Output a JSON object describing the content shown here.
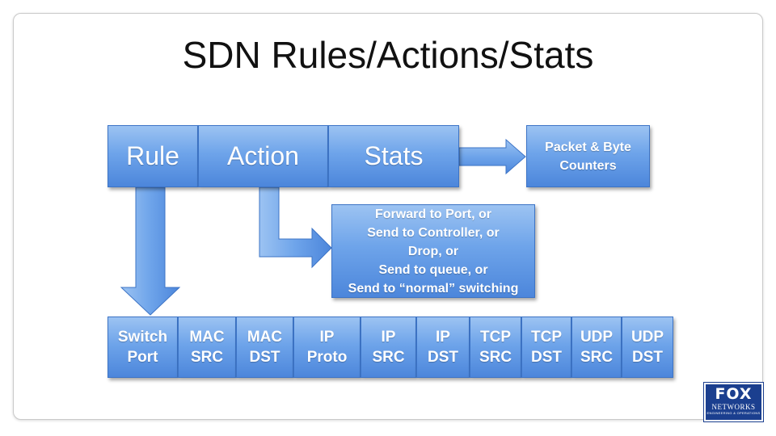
{
  "title": "SDN Rules/Actions/Stats",
  "top_row": [
    {
      "id": "rule",
      "label": "Rule"
    },
    {
      "id": "action",
      "label": "Action"
    },
    {
      "id": "stats",
      "label": "Stats"
    }
  ],
  "counters_box": "Packet & Byte\nCounters",
  "action_box": "Forward to Port, or\nSend to Controller, or\nDrop, or\nSend to queue, or\nSend to “normal” switching",
  "header_fields": [
    "Switch\nPort",
    "MAC\nSRC",
    "MAC\nDST",
    "IP\nProto",
    "IP\nSRC",
    "IP\nDST",
    "TCP\nSRC",
    "TCP\nDST",
    "UDP\nSRC",
    "UDP\nDST"
  ],
  "logo": {
    "line1": "FOX",
    "line2": "NETWORKS",
    "line3": "ENGINEERING & OPERATIONS"
  },
  "colors": {
    "box_top": "#9cc3f2",
    "box_bottom": "#4c86db",
    "border": "#3d74c6"
  }
}
